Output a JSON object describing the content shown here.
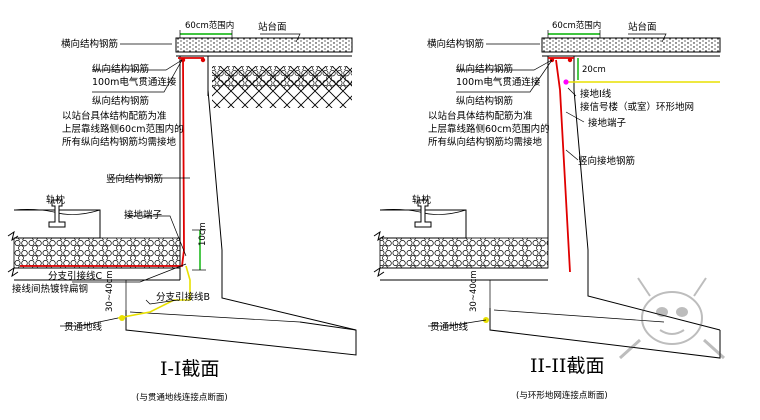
{
  "colors": {
    "rebar": "#e00000",
    "ground_wire": "#e8e000",
    "dimension": "#00b000",
    "accent": "#ff00ff"
  },
  "left": {
    "range_label": "60cm范围内",
    "platform_label": "站台面",
    "transverse_rebar": "横向结构钢筋",
    "longitudinal_rebar_1": "纵向结构钢筋",
    "conn_100m": "100m电气贯通连接",
    "longitudinal_rebar_2": "纵向结构钢筋",
    "note_lines": [
      "以站台具体结构配筋为准",
      "上层靠线路侧60cm范围内的",
      "所有纵向结构钢筋均需接地"
    ],
    "vertical_rebar": "竖向结构钢筋",
    "sleeper": "轨枕",
    "terminal": "接地端子",
    "dim_10cm": "10cm",
    "branch_c": "分支引接线C",
    "weld_note": "接线间热镀锌扁钢",
    "dim_30_40": "30~40cm",
    "branch_b": "分支引接线B",
    "through_ground": "贯通地线",
    "title": "I-I截面",
    "subtitle": "(与贯通地线连接点断面)"
  },
  "right": {
    "range_label": "60cm范围内",
    "platform_label": "站台面",
    "transverse_rebar": "横向结构钢筋",
    "longitudinal_rebar_1": "纵向结构钢筋",
    "conn_100m": "100m电气贯通连接",
    "longitudinal_rebar_2": "纵向结构钢筋",
    "note_lines": [
      "以站台具体结构配筋为准",
      "上层靠线路侧60cm范围内的",
      "所有纵向结构钢筋均需接地"
    ],
    "dim_20cm": "20cm",
    "ground_wire_label": "接地I线",
    "ring_net": "接信号楼（或室）环形地网",
    "terminal": "接地端子",
    "vertical_ground_rebar": "竖向接地钢筋",
    "sleeper": "轨枕",
    "dim_30_40": "30~40cm",
    "through_ground": "贯通地线",
    "title": "II-II截面",
    "subtitle": "(与环形地网连接点断面)"
  }
}
